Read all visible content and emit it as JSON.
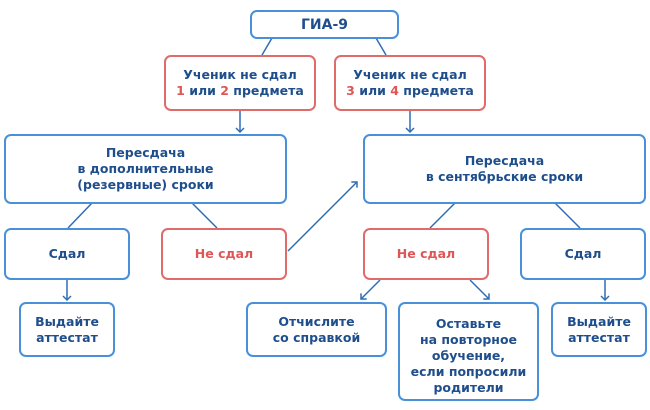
{
  "diagram": {
    "root": {
      "label": "ГИА-9"
    },
    "failed_1_2": {
      "line1": "Ученик не сдал",
      "num_a": "1",
      "mid": " или ",
      "num_b": "2",
      "tail": " предмета"
    },
    "failed_3_4": {
      "line1": "Ученик не сдал",
      "num_a": "3",
      "mid": " или ",
      "num_b": "4",
      "tail": " предмета"
    },
    "retake_reserve": {
      "lines": [
        "Пересдача",
        "в дополнительные",
        "(резервные) сроки"
      ]
    },
    "retake_september": {
      "lines": [
        "Пересдача",
        "в сентябрьские сроки"
      ]
    },
    "reserve_passed": {
      "label": "Сдал"
    },
    "reserve_failed": {
      "label": "Не сдал"
    },
    "september_failed": {
      "label": "Не сдал"
    },
    "september_passed": {
      "label": "Сдал"
    },
    "issue_certificate_left": {
      "lines": [
        "Выдайте",
        "аттестат"
      ]
    },
    "expel": {
      "lines": [
        "Отчислите",
        "со справкой"
      ]
    },
    "repeat_year": {
      "lines": [
        "Оставьте",
        "на повторное",
        "обучение,",
        "если попросили",
        "родители"
      ]
    },
    "issue_certificate_right": {
      "lines": [
        "Выдайте",
        "аттестат"
      ]
    },
    "colors": {
      "blue_border": "#4a90d9",
      "red_border": "#e06b6b",
      "text": "#1f4e8c",
      "highlight": "#e05555",
      "connector": "#2f6db5"
    }
  }
}
